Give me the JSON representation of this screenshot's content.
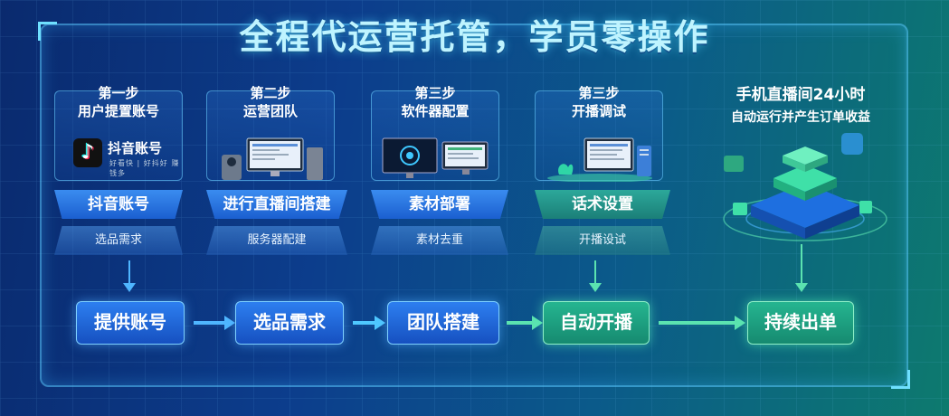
{
  "title": "全程代运营托管，学员零操作",
  "cards": [
    {
      "step": "第一步",
      "name": "用户提置账号",
      "ribbon": "抖音账号",
      "sub": "选品需求"
    },
    {
      "step": "第二步",
      "name": "运营团队",
      "ribbon": "进行直播间搭建",
      "sub": "服务器配建"
    },
    {
      "step": "第三步",
      "name": "软件器配置",
      "ribbon": "素材部署",
      "sub": "素材去重"
    },
    {
      "step": "第三步",
      "name": "开播调试",
      "ribbon": "话术设置",
      "sub": "开播设试"
    }
  ],
  "douyin": {
    "name": "抖音账号",
    "sub": "好看快 | 好抖好 赚钱多"
  },
  "right": {
    "line1": "手机直播间24小时",
    "line2": "自动运行并产生订单收益"
  },
  "steps": [
    "提供账号",
    "选品需求",
    "团队搭建",
    "自动开播",
    "持续出单"
  ],
  "colors": {
    "blue": "#2d7ff0",
    "teal": "#25b590",
    "title": "#bff4ff"
  }
}
